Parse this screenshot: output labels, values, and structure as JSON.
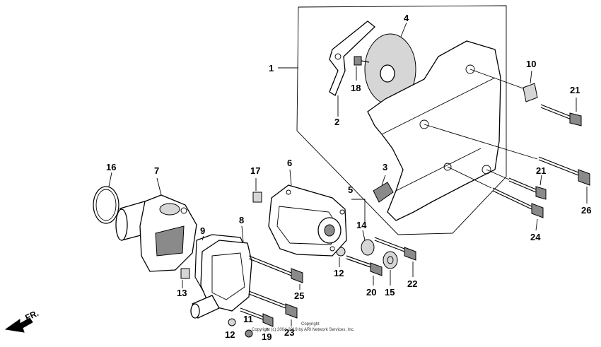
{
  "labels": {
    "p1": "1",
    "p2": "2",
    "p3": "3",
    "p4": "4",
    "p5": "5",
    "p6": "6",
    "p7": "7",
    "p8": "8",
    "p9": "9",
    "p10": "10",
    "p11": "11",
    "p12a": "12",
    "p12b": "12",
    "p13": "13",
    "p14": "14",
    "p15": "15",
    "p16": "16",
    "p17": "17",
    "p18": "18",
    "p19": "19",
    "p20": "20",
    "p21a": "21",
    "p21b": "21",
    "p22": "22",
    "p23": "23",
    "p24": "24",
    "p25": "25",
    "p26": "26"
  },
  "direction": "FR.",
  "copyright_line1": "Copyright",
  "copyright_line2": "Copyright (c) 2004-2019 by ARI Network Services, Inc."
}
